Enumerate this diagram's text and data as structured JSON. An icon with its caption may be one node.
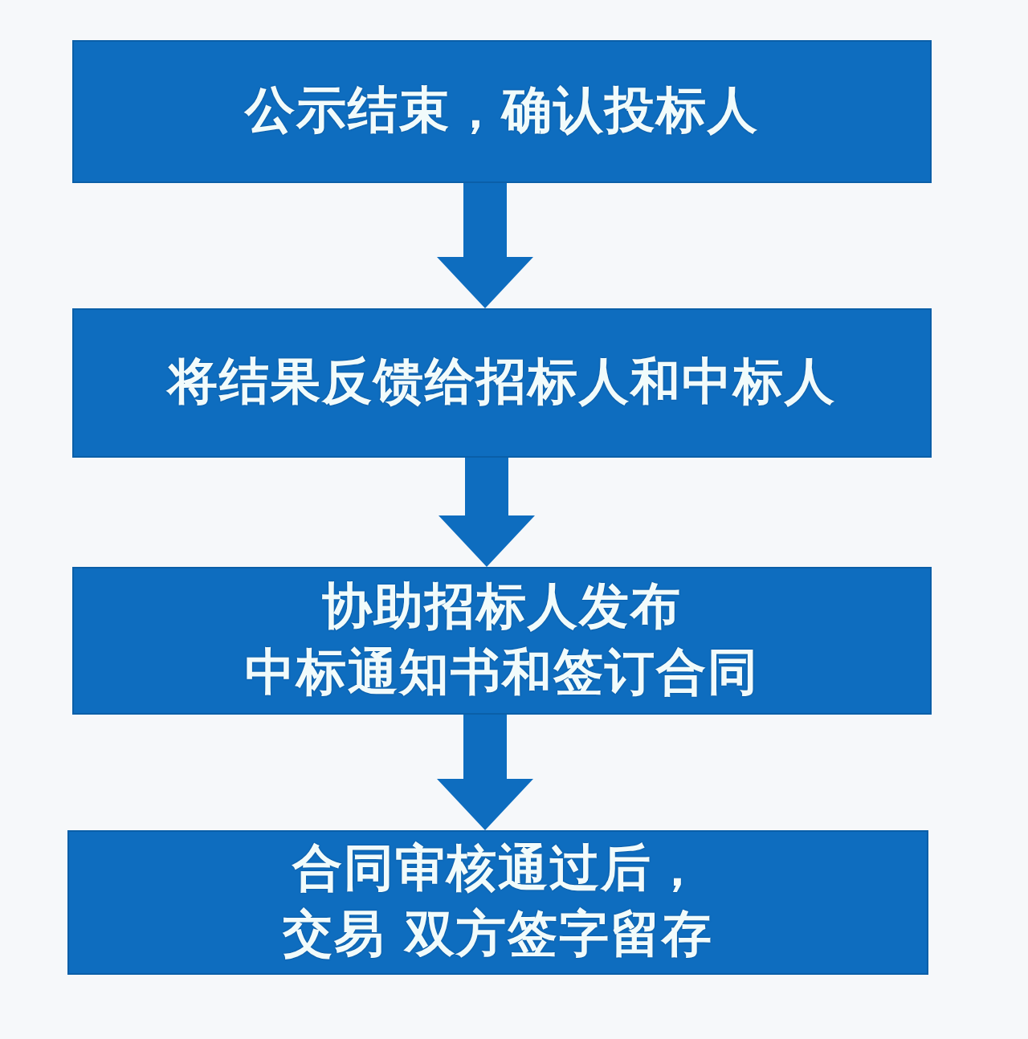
{
  "diagram": {
    "nodes": [
      {
        "text": [
          "公示结束，确认投标人"
        ]
      },
      {
        "text": [
          "将结果反馈给招标人和中标人"
        ]
      },
      {
        "text": [
          "协助招标人发布中标通知书和签订合同"
        ]
      },
      {
        "text": [
          "合同审核通过后，交易 双方签字留存"
        ]
      }
    ],
    "edges": [
      {
        "from": 0,
        "to": 1,
        "arrow": "to"
      },
      {
        "from": 1,
        "to": 2,
        "arrow": "to"
      },
      {
        "from": 2,
        "to": 3,
        "arrow": "to"
      }
    ]
  }
}
